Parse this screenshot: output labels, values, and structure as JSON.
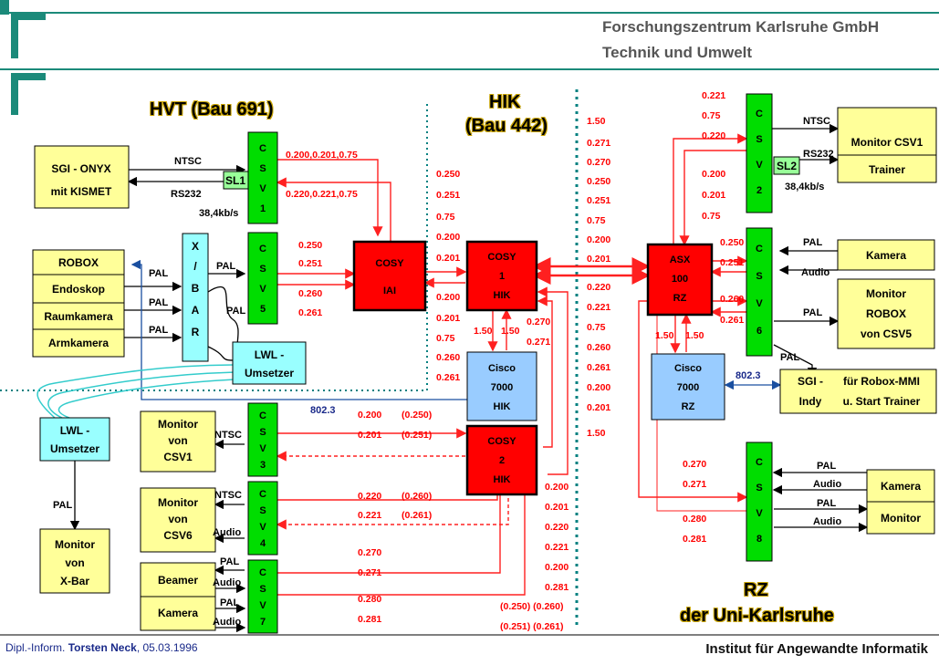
{
  "header": {
    "org": "Forschungszentrum Karlsruhe GmbH",
    "division": "Technik und Umwelt"
  },
  "footer": {
    "author_prefix": "Dipl.-Inform.",
    "author_name": "Torsten Neck",
    "date": ", 05.03.1996",
    "institute": "Institut für Angewandte Informatik"
  },
  "titles": {
    "hvt": "HVT (Bau 691)",
    "hik_1": "HIK",
    "hik_2": "(Bau 442)",
    "rz_1": "RZ",
    "rz_2": "der Uni-Karlsruhe"
  },
  "nodes": {
    "sgi_onyx": [
      "SGI - ONYX",
      "mit KISMET"
    ],
    "robox": "ROBOX",
    "endoskop": "Endoskop",
    "raumkamera": "Raumkamera",
    "armkamera": "Armkamera",
    "xbar": [
      "X",
      "/",
      "B",
      "A",
      "R"
    ],
    "lwl_right": [
      "LWL -",
      "Umsetzer"
    ],
    "lwl_left": [
      "LWL -",
      "Umsetzer"
    ],
    "monitor_xbar": [
      "Monitor",
      "von",
      "X-Bar"
    ],
    "monitor_csv1": [
      "Monitor",
      "von",
      "CSV1"
    ],
    "monitor_csv6": [
      "Monitor",
      "von",
      "CSV6"
    ],
    "beamer": "Beamer",
    "kamera_left": "Kamera",
    "cosy_iai": [
      "COSY",
      "IAI"
    ],
    "cosy1": [
      "COSY",
      "1",
      "HIK"
    ],
    "cosy2": [
      "COSY",
      "2",
      "HIK"
    ],
    "cisco_hik": [
      "Cisco",
      "7000",
      "HIK"
    ],
    "asx": [
      "ASX",
      "100",
      "RZ"
    ],
    "cisco_rz": [
      "Cisco",
      "7000",
      "RZ"
    ],
    "monitor_csv1_right": "Monitor CSV1",
    "trainer": "Trainer",
    "kamera_right_top": "Kamera",
    "monitor_robox": [
      "Monitor",
      "ROBOX",
      "von CSV5"
    ],
    "sgi_indy": [
      "SGI -",
      "Indy"
    ],
    "sgi_indy_desc": [
      "für Robox-MMI",
      "u. Start Trainer"
    ],
    "kamera_right_bottom": "Kamera",
    "monitor_right_bottom": "Monitor"
  },
  "csv": {
    "csv1": [
      "C",
      "S",
      "V",
      "1"
    ],
    "csv5": [
      "C",
      "S",
      "V",
      "5"
    ],
    "csv3": [
      "C",
      "S",
      "V",
      "3"
    ],
    "csv4": [
      "C",
      "S",
      "V",
      "4"
    ],
    "csv7": [
      "C",
      "S",
      "V",
      "7"
    ],
    "csv2": [
      "C",
      "S",
      "V",
      "2"
    ],
    "csv6": [
      "C",
      "S",
      "V",
      "6"
    ],
    "csv8": [
      "C",
      "S",
      "V",
      "8"
    ],
    "sl1": "SL1",
    "sl2": "SL2"
  },
  "labels": {
    "ntsc": "NTSC",
    "rs232": "RS232",
    "baud": "38,4kb/s",
    "pal": "PAL",
    "audio": "Audio",
    "ieee": "802.3"
  },
  "addresses": {
    "csv1_a": "0.200,0.201,0.75",
    "csv1_b": "0.220,0.221,0.75",
    "csv5_a": "0.250",
    "csv5_b": "0.251",
    "csv5_c": "0.260",
    "csv5_d": "0.261",
    "cosy1_top": [
      "0.250",
      "0.251",
      "0.75",
      "0.200",
      "0.201"
    ],
    "cosy1_left": [
      "0.200",
      "0.201",
      "0.75",
      "0.260",
      "0.261"
    ],
    "cisco_links": [
      "1.50",
      "1.50"
    ],
    "cosy1_mid": [
      "0.270",
      "0.271"
    ],
    "middle_col": [
      "1.50",
      "0.271",
      "0.270",
      "0.250",
      "0.251",
      "0.75",
      "0.200",
      "0.201",
      "0.220",
      "0.221",
      "0.75",
      "0.260",
      "0.261",
      "0.200",
      "0.201",
      "1.50"
    ],
    "csv3_a": [
      "0.200",
      "(0.250)"
    ],
    "csv3_b": [
      "0.201",
      "(0.251)"
    ],
    "csv4_a": [
      "0.220",
      "(0.260)"
    ],
    "csv4_b": [
      "0.221",
      "(0.261)"
    ],
    "csv7_a": "0.270",
    "csv7_b": "0.271",
    "csv7_c": "0.280",
    "csv7_d": "0.281",
    "cosy2_right": [
      "0.200",
      "0.201",
      "0.220",
      "0.221",
      "0.200",
      "0.281"
    ],
    "cosy2_bottom": [
      "(0.250) (0.260)",
      "(0.251) (0.261)"
    ],
    "csv2_top": [
      "0.221",
      "0.75",
      "0.220"
    ],
    "csv2_bottom": [
      "0.200",
      "0.201",
      "0.75"
    ],
    "csv6_a": [
      "0.250",
      "0.251"
    ],
    "csv6_b": [
      "0.260",
      "0.261"
    ],
    "asx_cisco": [
      "1.50",
      "1.50"
    ],
    "csv8_a": [
      "0.270",
      "0.271"
    ],
    "csv8_b": [
      "0.280",
      "0.281"
    ]
  },
  "colors": {
    "yellow_box": "#ffff99",
    "green_csv": "#00dd00",
    "red_node": "#ff0000",
    "cisco_blue": "#99ccff",
    "lwl_cyan": "#99ffff",
    "red_line": "#ff2020",
    "teal_dot": "#008080",
    "addr_red": "#ff0000"
  }
}
